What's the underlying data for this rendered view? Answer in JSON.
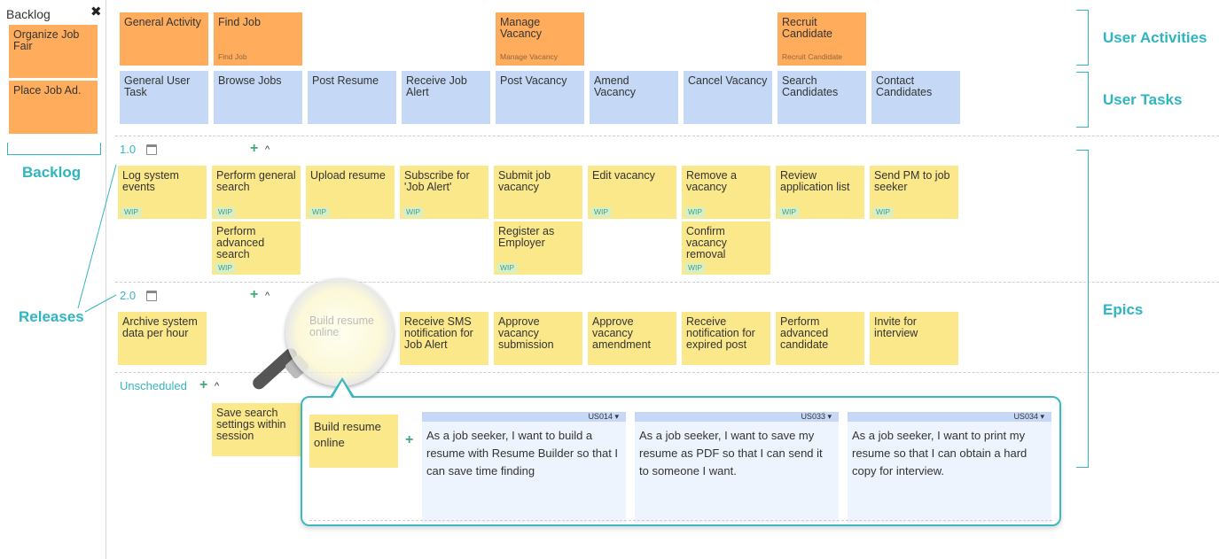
{
  "backlog": {
    "title": "Backlog",
    "close_icon": "close-icon",
    "cards": [
      "Organize Job Fair",
      "Place Job Ad."
    ]
  },
  "activities": {
    "general": "General Activity",
    "find_job": "Find Job",
    "find_job_sub": "Find Job",
    "manage_vacancy": "Manage Vacancy",
    "manage_vacancy_sub": "Manage Vacancy",
    "recruit": "Recruit Candidate",
    "recruit_sub": "Recruit Candidate"
  },
  "tasks": [
    "General User Task",
    "Browse Jobs",
    "Post Resume",
    "Receive Job Alert",
    "Post Vacancy",
    "Amend Vacancy",
    "Cancel Vacancy",
    "Search Candidates",
    "Contact Candidates"
  ],
  "releases": {
    "r1": "1.0",
    "r2": "2.0",
    "unscheduled": "Unscheduled"
  },
  "wip_label": "WIP",
  "stories_r1": [
    "Log system events",
    "Perform general search",
    "Upload resume",
    "Subscribe for 'Job Alert'",
    "Submit job vacancy",
    "Edit vacancy",
    "Remove a vacancy",
    "Review application list",
    "Send PM to job seeker"
  ],
  "stories_r1_row2": [
    "Perform advanced search",
    "Register as Employer",
    "Confirm vacancy removal"
  ],
  "stories_r2": [
    "Archive system data per hour",
    "Build resume online",
    "Receive SMS notification for Job Alert",
    "Approve vacancy submission",
    "Approve vacancy amendment",
    "Receive notification for expired post",
    "Perform advanced candidate",
    "Invite for interview"
  ],
  "stories_unscheduled": [
    "Save search settings within session"
  ],
  "annotations": {
    "backlog": "Backlog",
    "releases": "Releases",
    "user_activities": "User Activities",
    "user_tasks": "User Tasks",
    "epics": "Epics"
  },
  "popover": {
    "card": "Build resume online",
    "stories": [
      {
        "id": "US014",
        "text": "As a job seeker, I want to build a resume with Resume Builder so that I can save time finding"
      },
      {
        "id": "US033",
        "text": "As a job seeker, I want to save my resume as PDF so that I can send it to someone I want."
      },
      {
        "id": "US034",
        "text": "As a job seeker, I want to print my resume so that I can obtain a hard copy for interview."
      }
    ]
  },
  "colors": {
    "activity": "#ffad5c",
    "task": "#c5d8f5",
    "story": "#fbe88a",
    "accent": "#35b6c0"
  }
}
